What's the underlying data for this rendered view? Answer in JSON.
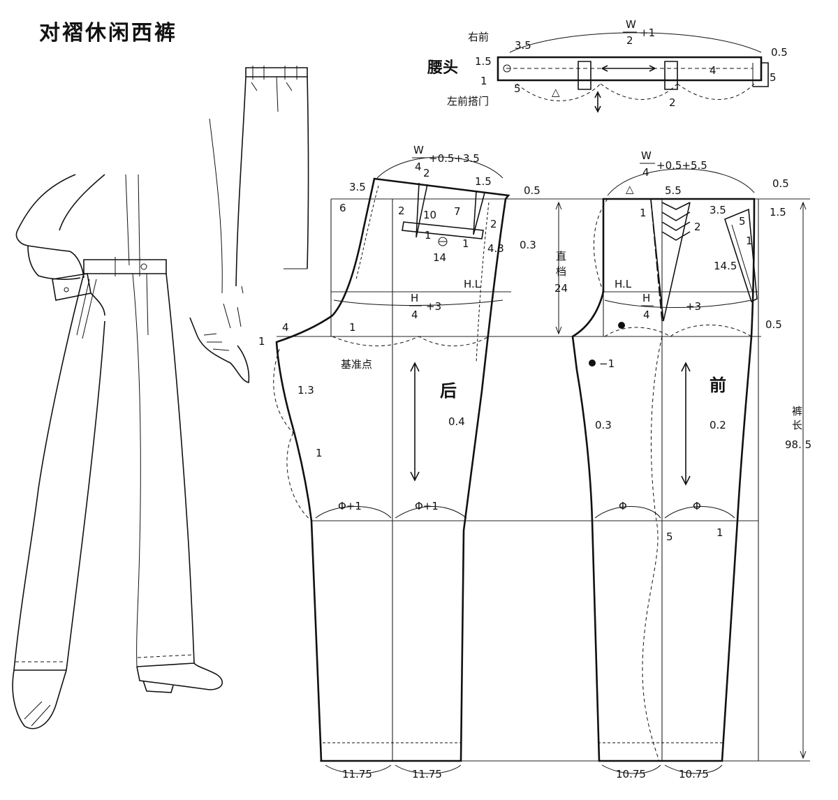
{
  "title": "对褶休闲西裤",
  "waistband": {
    "label": "腰头",
    "right_front": "右前",
    "left_front": "左前搭门",
    "formula_num": "W",
    "formula_den": "2",
    "formula_suffix": "+1",
    "measures": [
      "3.5",
      "1.5",
      "1",
      "5",
      "0.5",
      "4",
      "5",
      "2"
    ],
    "notch": "△"
  },
  "back": {
    "label": "后",
    "formula_num": "W",
    "formula_den": "4",
    "formula_suffix": "+0.5+3.5",
    "hip_num": "H",
    "hip_den": "4",
    "hip_suffix": "+3",
    "hip_line": "H.L",
    "base_point": "基准点",
    "knee": "Φ+1",
    "hem": "11.75",
    "measures": {
      "m_3_5": "3.5",
      "m_6": "6",
      "m_2a": "2",
      "m_2b": "2",
      "m_10": "10",
      "m_7": "7",
      "m_1_5": "1.5",
      "m_0_5": "0.5",
      "m_2c": "2",
      "m_1a": "1",
      "m_1b": "1",
      "m_4_3": "4.3",
      "m_0_3": "0.3",
      "m_14": "14",
      "m_4": "4",
      "m_1c": "1",
      "m_1d": "1",
      "m_1_3": "1.3",
      "m_1e": "1",
      "m_0_4": "0.4"
    }
  },
  "front": {
    "label": "前",
    "formula_num": "W",
    "formula_den": "4",
    "formula_suffix": "+0.5+5.5",
    "hip_num": "H",
    "hip_den": "4",
    "hip_suffix": "+3",
    "hip_line": "H.L",
    "knee": "Φ",
    "hem": "10.75",
    "notch": "△",
    "measures": {
      "m_5_5": "5.5",
      "m_0_5a": "0.5",
      "m_1a": "1",
      "m_2": "2",
      "m_3_5": "3.5",
      "m_1_5": "1.5",
      "m_5": "5",
      "m_1b": "1",
      "m_14_5": "14.5",
      "m_0_5b": "0.5",
      "m_minus1": "−1",
      "m_0_3": "0.3",
      "m_0_2": "0.2",
      "m_5b": "5",
      "m_1c": "1"
    }
  },
  "dimensions": {
    "crotch_label_1": "直",
    "crotch_label_2": "档",
    "crotch_value": "24",
    "length_label_1": "裤",
    "length_label_2": "长",
    "length_value": "98. 5"
  }
}
